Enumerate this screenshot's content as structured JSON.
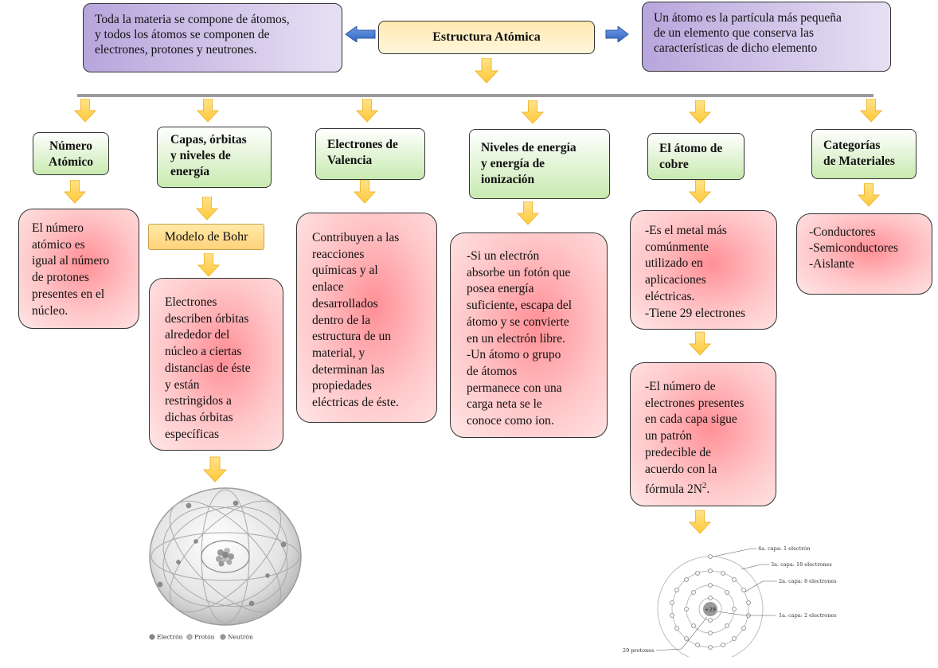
{
  "top": {
    "left_text": "Toda la materia se compone de átomos,\ny todos los átomos se componen de\nelectrones, protones y neutrones.",
    "title": "Estructura Atómica",
    "right_text": "Un átomo es la partícula más pequeña\nde un elemento que conserva las\ncaracterísticas de dicho elemento"
  },
  "columns": {
    "numero_atomico": {
      "header": "Número\nAtómico",
      "body": "El número\natómico es\nigual al número\nde protones\npresentes en el\nnúcleo."
    },
    "capas": {
      "header": "Capas, órbitas\ny niveles de\nenergía",
      "sub": "Modelo de Bohr",
      "body": "Electrones\ndescriben órbitas\nalrededor del\nnúcleo a ciertas\ndistancias de éste\ny están\nrestringidos a\ndichas órbitas\nespecíficas"
    },
    "valencia": {
      "header": "Electrones de\nValencia",
      "body": "Contribuyen a las\nreacciones\nquímicas y al\nenlace\ndesarrollados\ndentro de la\nestructura de un\nmaterial, y\ndeterminan las\npropiedades\neléctricas de éste."
    },
    "niveles": {
      "header": "Niveles de energía\ny energía de\nionización",
      "body": "-Si un electrón\nabsorbe un fotón que\nposea energía\nsuficiente, escapa del\nátomo y se convierte\nen un electrón libre.\n-Un átomo o grupo\nde átomos\npermanece con una\ncarga neta se le\nconoce como ion."
    },
    "cobre": {
      "header": "El átomo de\ncobre",
      "body1": "-Es el metal más\ncomúnmente\nutilizado en\naplicaciones\neléctricas.\n-Tiene 29 electrones",
      "body2": "-El número de\nelectrones presentes\nen cada capa sigue\nun patrón\npredecible de\nacuerdo con la\nfórmula 2N",
      "body2_sup": "2",
      "body2_end": "."
    },
    "categorias": {
      "header": "Categorías\nde Materiales",
      "body": "-Conductores\n-Semiconductores\n-Aislante"
    }
  },
  "atom_legend": {
    "electron": "Electrón",
    "proton": "Protón",
    "neutron": "Neutrón"
  },
  "copper_labels": {
    "shell4": "4a. capa: 1 electrón",
    "shell3": "3a. capa: 18 electrones",
    "shell2": "2a. capa: 8 electrones",
    "shell1": "1a. capa: 2 electrones",
    "protons": "29 protones",
    "nucleus": "+29"
  },
  "colors": {
    "arrow_fill": "#ffd24d",
    "arrow_side": "#4a7bd0",
    "line": "#9a9a9a"
  }
}
